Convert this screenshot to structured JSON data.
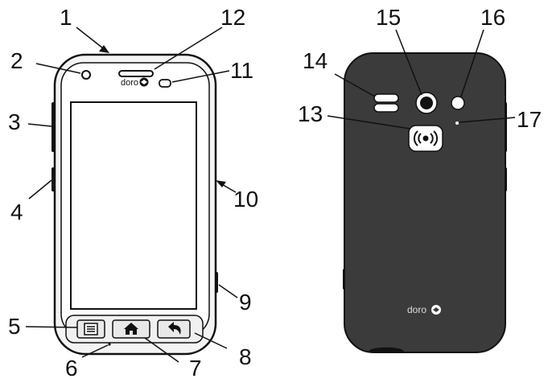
{
  "colors": {
    "outline": "#111111",
    "frame": "#f4f4f4",
    "screen": "#ffffff",
    "back_cover": "#3b3b3b",
    "button": "#e9e9e9"
  },
  "front": {
    "brand": "doro",
    "icons": {
      "menu_key": "menu-icon",
      "home_key": "home-icon",
      "back_key": "back-arrow-icon"
    }
  },
  "back": {
    "brand": "doro",
    "icons": {
      "assistance_button": "emergency-signal-icon"
    }
  },
  "callouts": [
    "1",
    "2",
    "3",
    "4",
    "5",
    "6",
    "7",
    "8",
    "9",
    "10",
    "11",
    "12",
    "13",
    "14",
    "15",
    "16",
    "17"
  ]
}
